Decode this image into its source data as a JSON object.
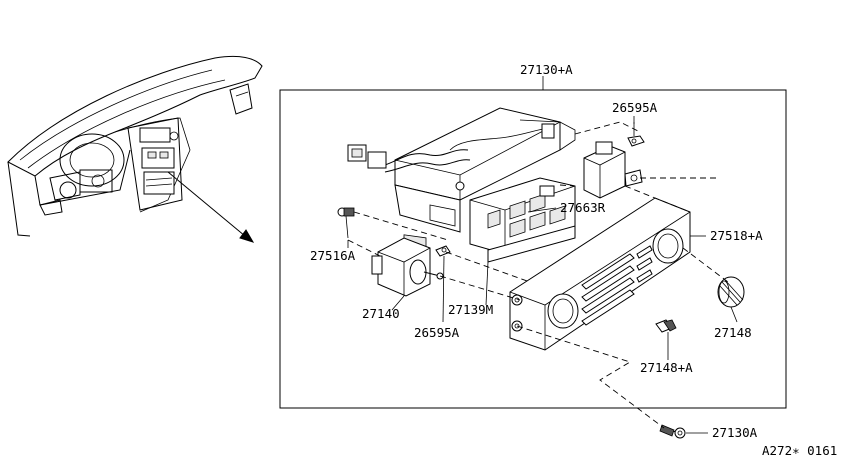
{
  "diagram": {
    "labels": {
      "assembly": "27130+A",
      "clip_top": "26595A",
      "switch": "27663R",
      "finisher": "27518+A",
      "screw_left": "27516A",
      "motor": "27140",
      "clip_bottom": "26595A",
      "harness": "27139M",
      "knob": "27148",
      "knob_small": "27148+A",
      "screw_bottom": "27130A"
    },
    "figure_code": "A272∗ 0161"
  }
}
